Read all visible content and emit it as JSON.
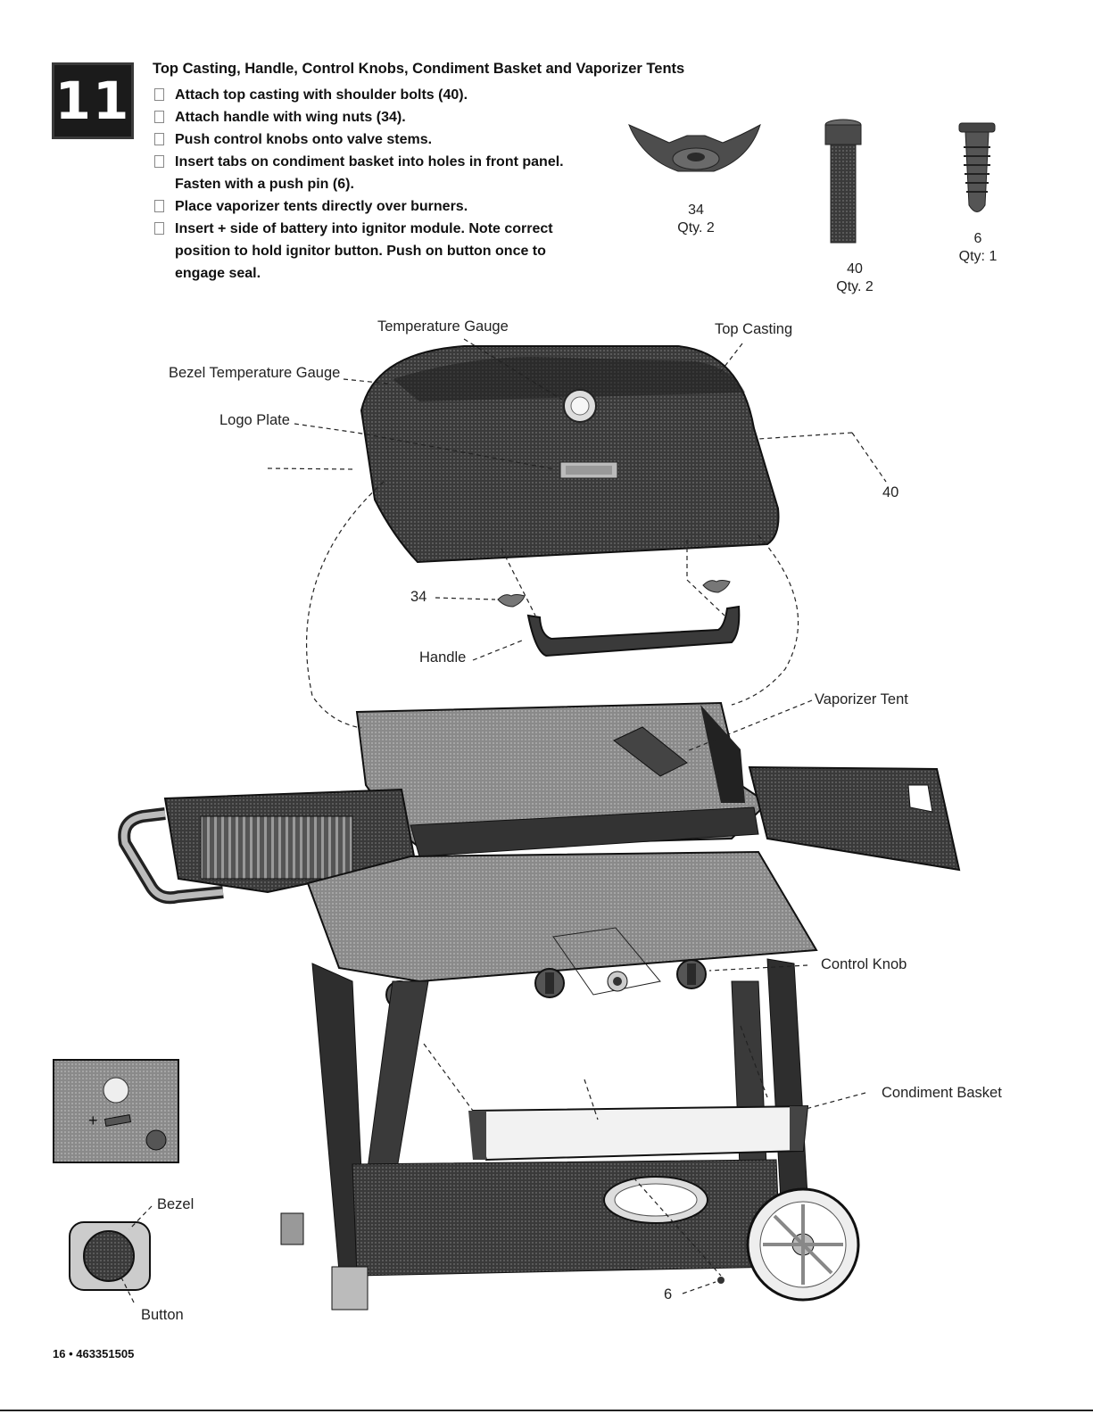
{
  "step": {
    "number": "11",
    "title": "Top Casting, Handle, Control Knobs, Condiment Basket and Vaporizer Tents"
  },
  "instructions": [
    "Attach top casting with shoulder bolts (40).",
    "Attach handle with wing nuts (34).",
    "Push control knobs onto valve stems.",
    "Insert tabs on condiment basket into holes in front panel. Fasten with a push pin (6).",
    "Place vaporizer tents directly over burners.",
    "Insert + side of battery into ignitor module. Note correct position to hold ignitor button. Push on button once to engage seal."
  ],
  "parts": [
    {
      "number": "34",
      "qty": "Qty. 2",
      "icon": "wing-nut-icon"
    },
    {
      "number": "40",
      "qty": "Qty. 2",
      "icon": "shoulder-bolt-icon"
    },
    {
      "number": "6",
      "qty": "Qty: 1",
      "icon": "push-pin-icon"
    }
  ],
  "callouts": {
    "temperature_gauge": "Temperature Gauge",
    "top_casting": "Top Casting",
    "bezel_temperature_gauge": "Bezel Temperature Gauge",
    "logo_plate": "Logo Plate",
    "bolt_40": "40",
    "nut_34": "34",
    "handle": "Handle",
    "vaporizer_tent": "Vaporizer Tent",
    "control_knob": "Control Knob",
    "condiment_basket": "Condiment Basket",
    "bezel": "Bezel",
    "button": "Button",
    "pin_6": "6",
    "battery_plus": "+"
  },
  "footer": {
    "page": "16 • 463351505"
  }
}
